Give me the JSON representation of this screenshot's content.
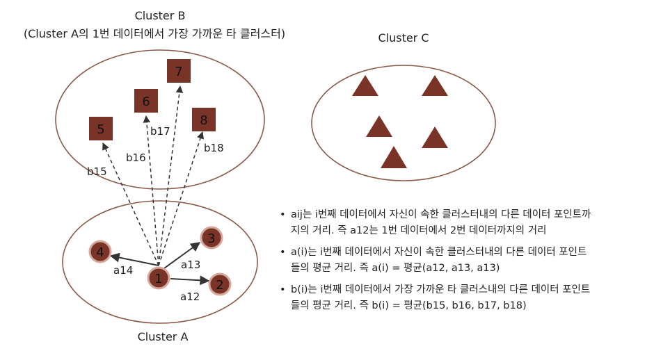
{
  "cluster_b": {
    "title": "Cluster B",
    "subtitle": "(Cluster A의 1번 데이터에서 가장 가까운 타 클러스터)",
    "points": [
      "5",
      "6",
      "7",
      "8"
    ]
  },
  "cluster_c": {
    "title": "Cluster C"
  },
  "cluster_a": {
    "title": "Cluster A",
    "points": [
      "1",
      "2",
      "3",
      "4"
    ]
  },
  "edges": {
    "b15": "b15",
    "b16": "b16",
    "b17": "b17",
    "b18": "b18",
    "a12": "a12",
    "a13": "a13",
    "a14": "a14"
  },
  "notes": [
    {
      "line1": "aij는 i번째 데이터에서 자신이 속한 클러스터내의 다른 데이터 포인트까",
      "line2": "지의 거리. 즉 a12는 1번 데이터에서 2번 데이터까지의 거리"
    },
    {
      "line1": "a(i)는 i번째 데이터에서 자신이 속한 클러스터내의 다른 데이터 포인트",
      "line2": "들의 평균 거리. 즉 a(i) = 평균(a12, a13, a13)"
    },
    {
      "line1": "b(i)는 i번째 데이터에서 가장 가까운 타 클러스내의 다른 데이터 포인트",
      "line2": "들의 평균 거리. 즉 b(i) = 평균(b15, b16, b17, b18)"
    }
  ],
  "colors": {
    "point_fill": "#7a3427",
    "ellipse_stroke": "#8a5a4a",
    "arrow": "#333333"
  }
}
